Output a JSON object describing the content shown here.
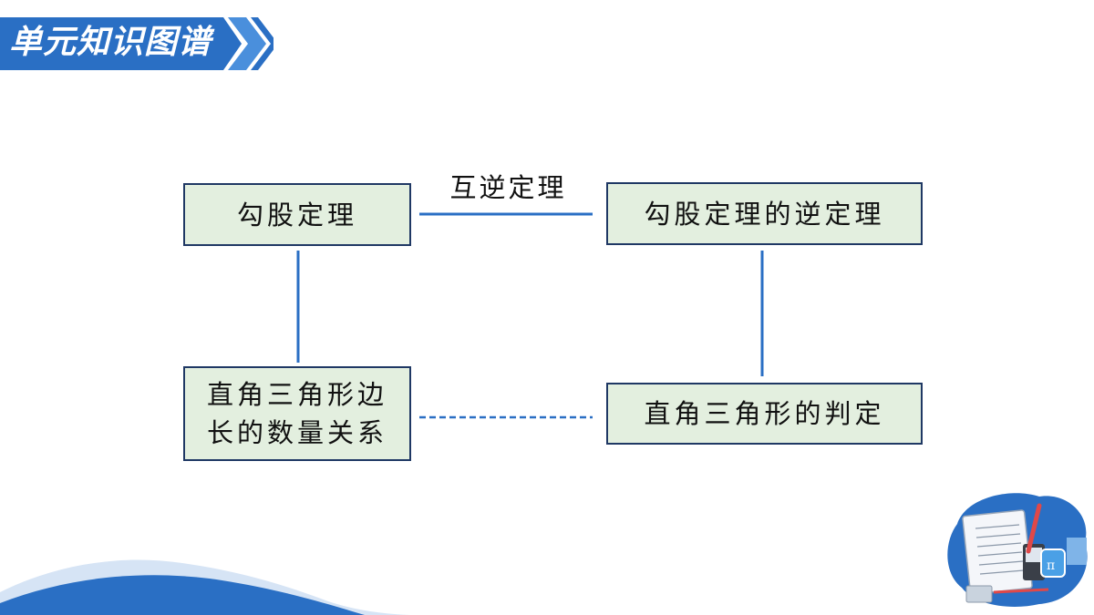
{
  "header": {
    "title": "单元知识图谱"
  },
  "diagram": {
    "nodes": {
      "pythagorean": "勾股定理",
      "converse": "勾股定理的逆定理",
      "side_relation_line1": "直角三角形边",
      "side_relation_line2": "长的数量关系",
      "right_triangle_test": "直角三角形的判定"
    },
    "edges": {
      "converse_label": "互逆定理"
    }
  },
  "colors": {
    "header_blue": "#2a6fc4",
    "node_fill": "#e3efdf",
    "node_border": "#1f3864",
    "connector": "#2a6fc4"
  }
}
